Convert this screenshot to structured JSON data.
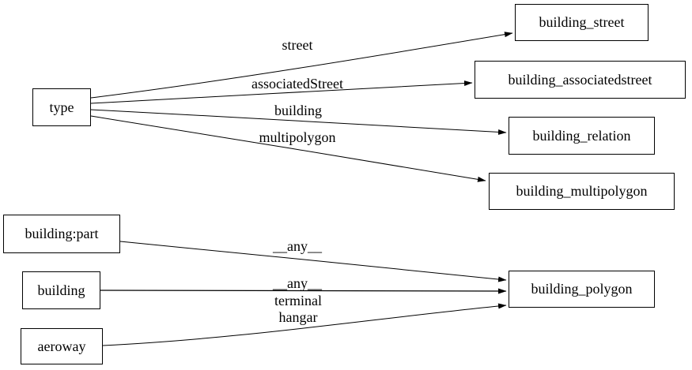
{
  "diagram": {
    "colors": {
      "background": "#ffffff",
      "node_border": "#000000",
      "edge_stroke": "#000000",
      "text": "#000000"
    },
    "nodes": {
      "type": "type",
      "building_street": "building_street",
      "building_associatedstreet": "building_associatedstreet",
      "building_relation": "building_relation",
      "building_multipolygon": "building_multipolygon",
      "building_part": "building:part",
      "building": "building",
      "aeroway": "aeroway",
      "building_polygon": "building_polygon"
    },
    "edge_labels": {
      "street": "street",
      "associatedStreet": "associatedStreet",
      "building": "building",
      "multipolygon": "multipolygon",
      "any_building_part": "__any__",
      "any_building": "__any__",
      "terminal": "terminal",
      "hangar": "hangar"
    },
    "edges": [
      {
        "from": "type",
        "to": "building_street",
        "label": "street"
      },
      {
        "from": "type",
        "to": "building_associatedstreet",
        "label": "associatedStreet"
      },
      {
        "from": "type",
        "to": "building_relation",
        "label": "building"
      },
      {
        "from": "type",
        "to": "building_multipolygon",
        "label": "multipolygon"
      },
      {
        "from": "building:part",
        "to": "building_polygon",
        "label": "__any__"
      },
      {
        "from": "building",
        "to": "building_polygon",
        "label": "__any__"
      },
      {
        "from": "aeroway",
        "to": "building_polygon",
        "label": "terminal hangar"
      }
    ]
  }
}
